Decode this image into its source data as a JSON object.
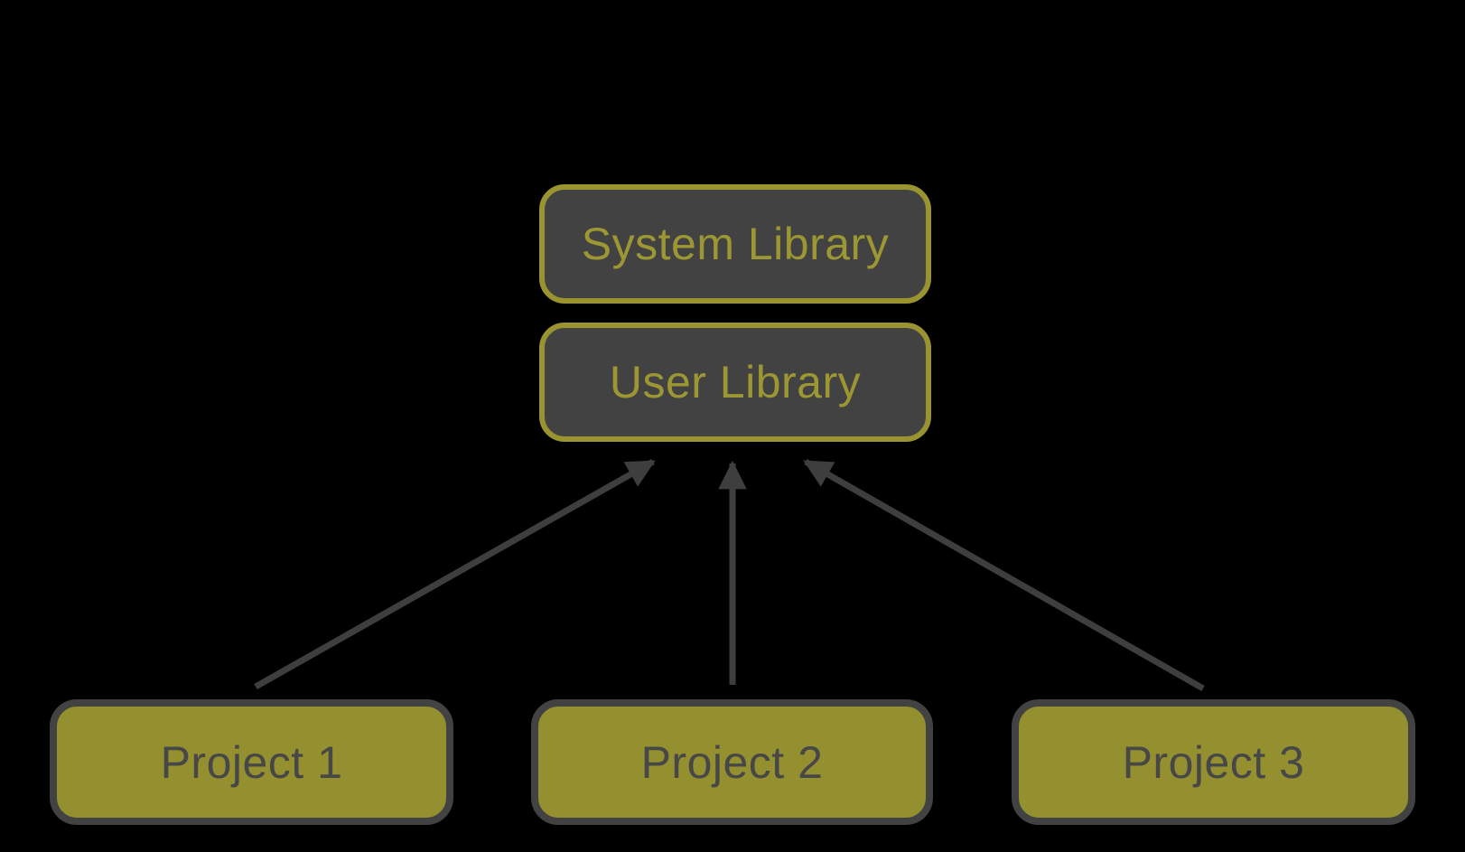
{
  "diagram": {
    "nodes": {
      "system_library": {
        "label": "System Library",
        "style": "dark box, olive border and text"
      },
      "user_library": {
        "label": "User Library",
        "style": "dark box, olive border and text"
      },
      "project_1": {
        "label": "Project 1",
        "style": "olive box, dark border and text"
      },
      "project_2": {
        "label": "Project 2",
        "style": "olive box, dark border and text"
      },
      "project_3": {
        "label": "Project 3",
        "style": "olive box, dark border and text"
      }
    },
    "edges": [
      {
        "from": "Project 1",
        "to": "User Library",
        "type": "arrow"
      },
      {
        "from": "Project 2",
        "to": "User Library",
        "type": "arrow"
      },
      {
        "from": "Project 3",
        "to": "User Library",
        "type": "arrow"
      }
    ],
    "colors": {
      "background": "#000000",
      "olive": "#99942F",
      "olive_fill": "#949030",
      "dark_gray": "#424242",
      "arrow": "#3E3E3E",
      "library_text": "#9C9733",
      "project_text": "#474747"
    }
  }
}
